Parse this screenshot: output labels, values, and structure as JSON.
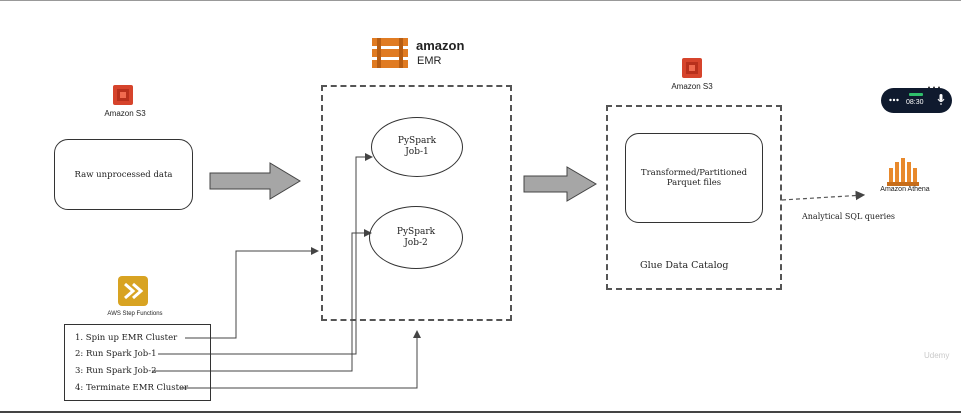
{
  "s3_left": {
    "label": "Amazon S3"
  },
  "s3_right": {
    "label": "Amazon S3"
  },
  "raw_box": {
    "label": "Raw unprocessed data"
  },
  "emr_logo": {
    "brand": "amazon",
    "product": "EMR"
  },
  "jobs": [
    {
      "line1": "PySpark",
      "line2": "Job-1"
    },
    {
      "line1": "PySpark",
      "line2": "Job-2"
    }
  ],
  "glue": {
    "box_line1": "Transformed/Partitioned",
    "box_line2": "Parquet files",
    "catalog": "Glue Data Catalog"
  },
  "athena": {
    "label": "Amazon Athena",
    "query_label": "Analytical SQL queries"
  },
  "step_functions": {
    "label": "AWS Step Functions",
    "steps": [
      "1. Spin up EMR Cluster",
      "2: Run Spark Job-1",
      "3: Run Spark Job-2",
      "4: Terminate EMR Cluster"
    ]
  },
  "recorder": {
    "time": "08:30"
  },
  "watermark": "Udemy",
  "colors": {
    "s3": "#d6442c",
    "emr": "#e07b22",
    "athena": "#e8892c",
    "step_functions": "#d8a322",
    "arrow_fill": "#a6a6a6"
  }
}
